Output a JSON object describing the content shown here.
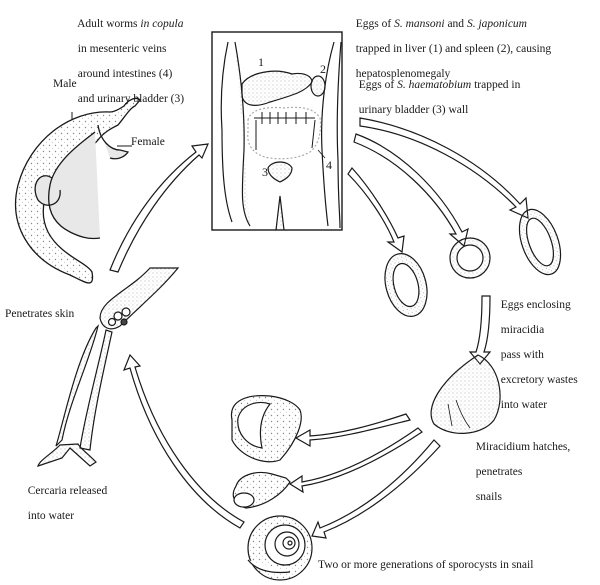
{
  "title": "Schistosoma life cycle",
  "labels": {
    "adult_worms": {
      "line1_a": "Adult worms ",
      "line1_b": "in copula",
      "line2": "in mesenteric veins",
      "line3": "around intestines (4)",
      "line4": "and urinary bladder (3)"
    },
    "male": "Male",
    "female": "Female",
    "eggs_mansoni": {
      "a": "Eggs of ",
      "b": "S. mansoni",
      "c": " and ",
      "d": "S. japonicum",
      "line2": "trapped in liver (1) and spleen (2), causing",
      "line3": "hepatosplenomegaly"
    },
    "eggs_haematobium": {
      "a": "Eggs of ",
      "b": "S. haematobium",
      "c": " trapped in",
      "line2": "urinary bladder (3) wall"
    },
    "eggs_enclosing": [
      "Eggs enclosing",
      "miracidia",
      "pass with",
      "excretory wastes",
      "into water"
    ],
    "miracidium": [
      "Miracidium hatches,",
      "penetrates",
      "snails"
    ],
    "sporocysts": "Two or more generations of sporocysts in snail",
    "cercaria": [
      "Cercaria released",
      "into water"
    ],
    "penetrates_skin": "Penetrates skin"
  },
  "organ_numbers": {
    "liver": "1",
    "spleen": "2",
    "bladder": "3",
    "intestine_veins": "4"
  },
  "colors": {
    "ink": "#1a1a1a",
    "stipple": "#9a9a9a",
    "background": "#ffffff"
  }
}
